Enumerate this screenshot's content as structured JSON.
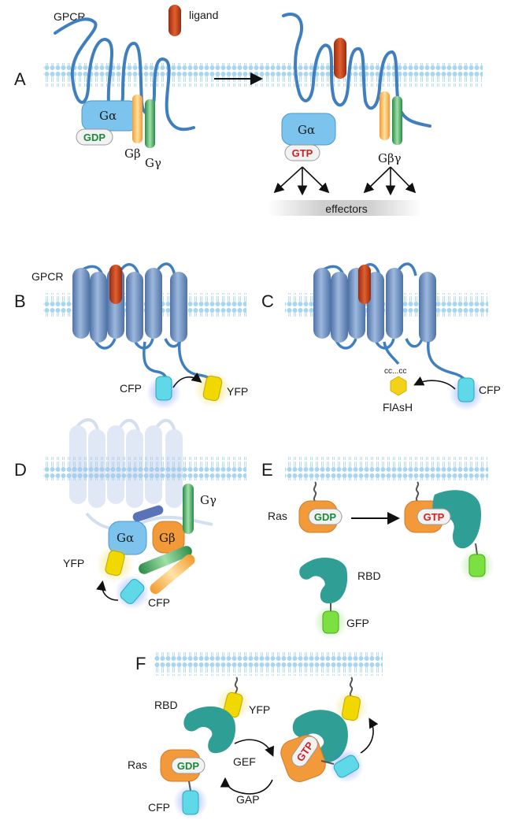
{
  "panels": {
    "a": "A",
    "b": "B",
    "c": "C",
    "d": "D",
    "e": "E",
    "f": "F"
  },
  "labels": {
    "gpcr": "GPCR",
    "ligand": "ligand",
    "g_alpha": "Gα",
    "g_beta": "Gβ",
    "g_gamma": "Gγ",
    "g_beta_gamma": "Gβγ",
    "gdp": "GDP",
    "gtp": "GTP",
    "effectors": "effectors",
    "cfp": "CFP",
    "yfp": "YFP",
    "flash": "FlAsH",
    "cysteine_motif": "cc...cc",
    "ras": "Ras",
    "rbd": "RBD",
    "gfp": "GFP",
    "gef": "GEF",
    "gap": "GAP"
  },
  "colors": {
    "membrane": "#9fcfea",
    "receptor_line": "#3f7fbf",
    "tm_helix": "#6f93c4",
    "ligand": "#c2401c",
    "g_alpha": "#7cc3ee",
    "g_beta": "#f4a94c",
    "g_gamma": "#3fa05a",
    "gdp_text": "#1a8a3a",
    "gtp_text": "#d02020",
    "cfp": "#5fd8e8",
    "yfp": "#f1d800",
    "gfp": "#7be040",
    "ras": "#f29a3a",
    "rbd": "#2f9f95"
  }
}
